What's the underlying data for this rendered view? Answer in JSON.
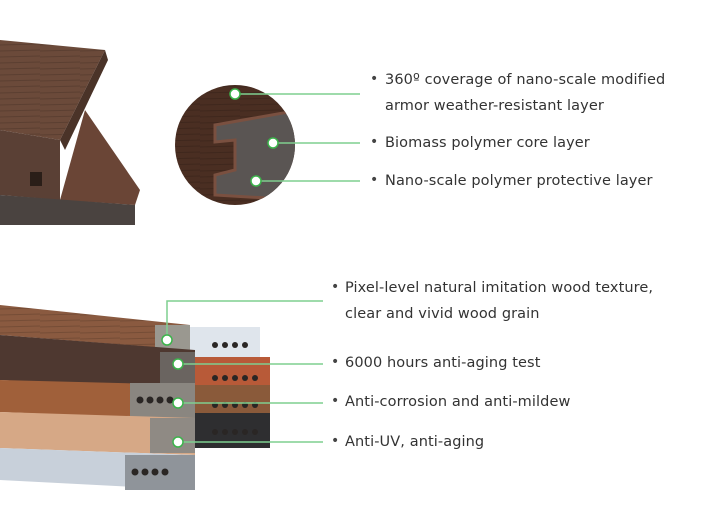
{
  "colors": {
    "accent": "#7fcf8f",
    "dot_border": "#3cb44b",
    "text": "#333333"
  },
  "top_section": {
    "features": [
      {
        "line1": "360º coverage of nano-scale modified",
        "line2": "armor weather-resistant layer"
      },
      {
        "line1": "Biomass polymer core layer"
      },
      {
        "line1": "Nano-scale polymer protective layer"
      }
    ]
  },
  "bottom_section": {
    "features": [
      {
        "line1": "Pixel-level natural imitation wood texture,",
        "line2": "clear and vivid wood grain"
      },
      {
        "line1": "6000 hours anti-aging test"
      },
      {
        "line1": "Anti-corrosion and anti-mildew"
      },
      {
        "line1": "Anti-UV, anti-aging"
      }
    ]
  }
}
